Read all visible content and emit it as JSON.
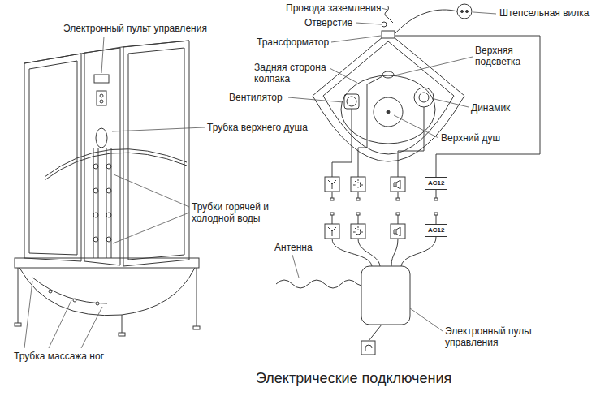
{
  "diagram": {
    "title": "Электрические подключения",
    "nodes": [
      {
        "text": [
          "AC12"
        ]
      },
      {
        "text": [
          "AC12"
        ]
      }
    ],
    "labels": [
      "Электронный пульт управления",
      "Трубка верхнего душа",
      "Трубки горячей и холодной воды",
      "Трубка массажа ног",
      "Провода заземления",
      "Отверстие",
      "Трансформатор",
      "Задняя сторона колпака",
      "Вентилятор",
      "Штепсельная вилка",
      "Верхняя подсветка",
      "Динамик",
      "Верхний душ",
      "Антенна",
      "Электронный пульт управления"
    ]
  }
}
